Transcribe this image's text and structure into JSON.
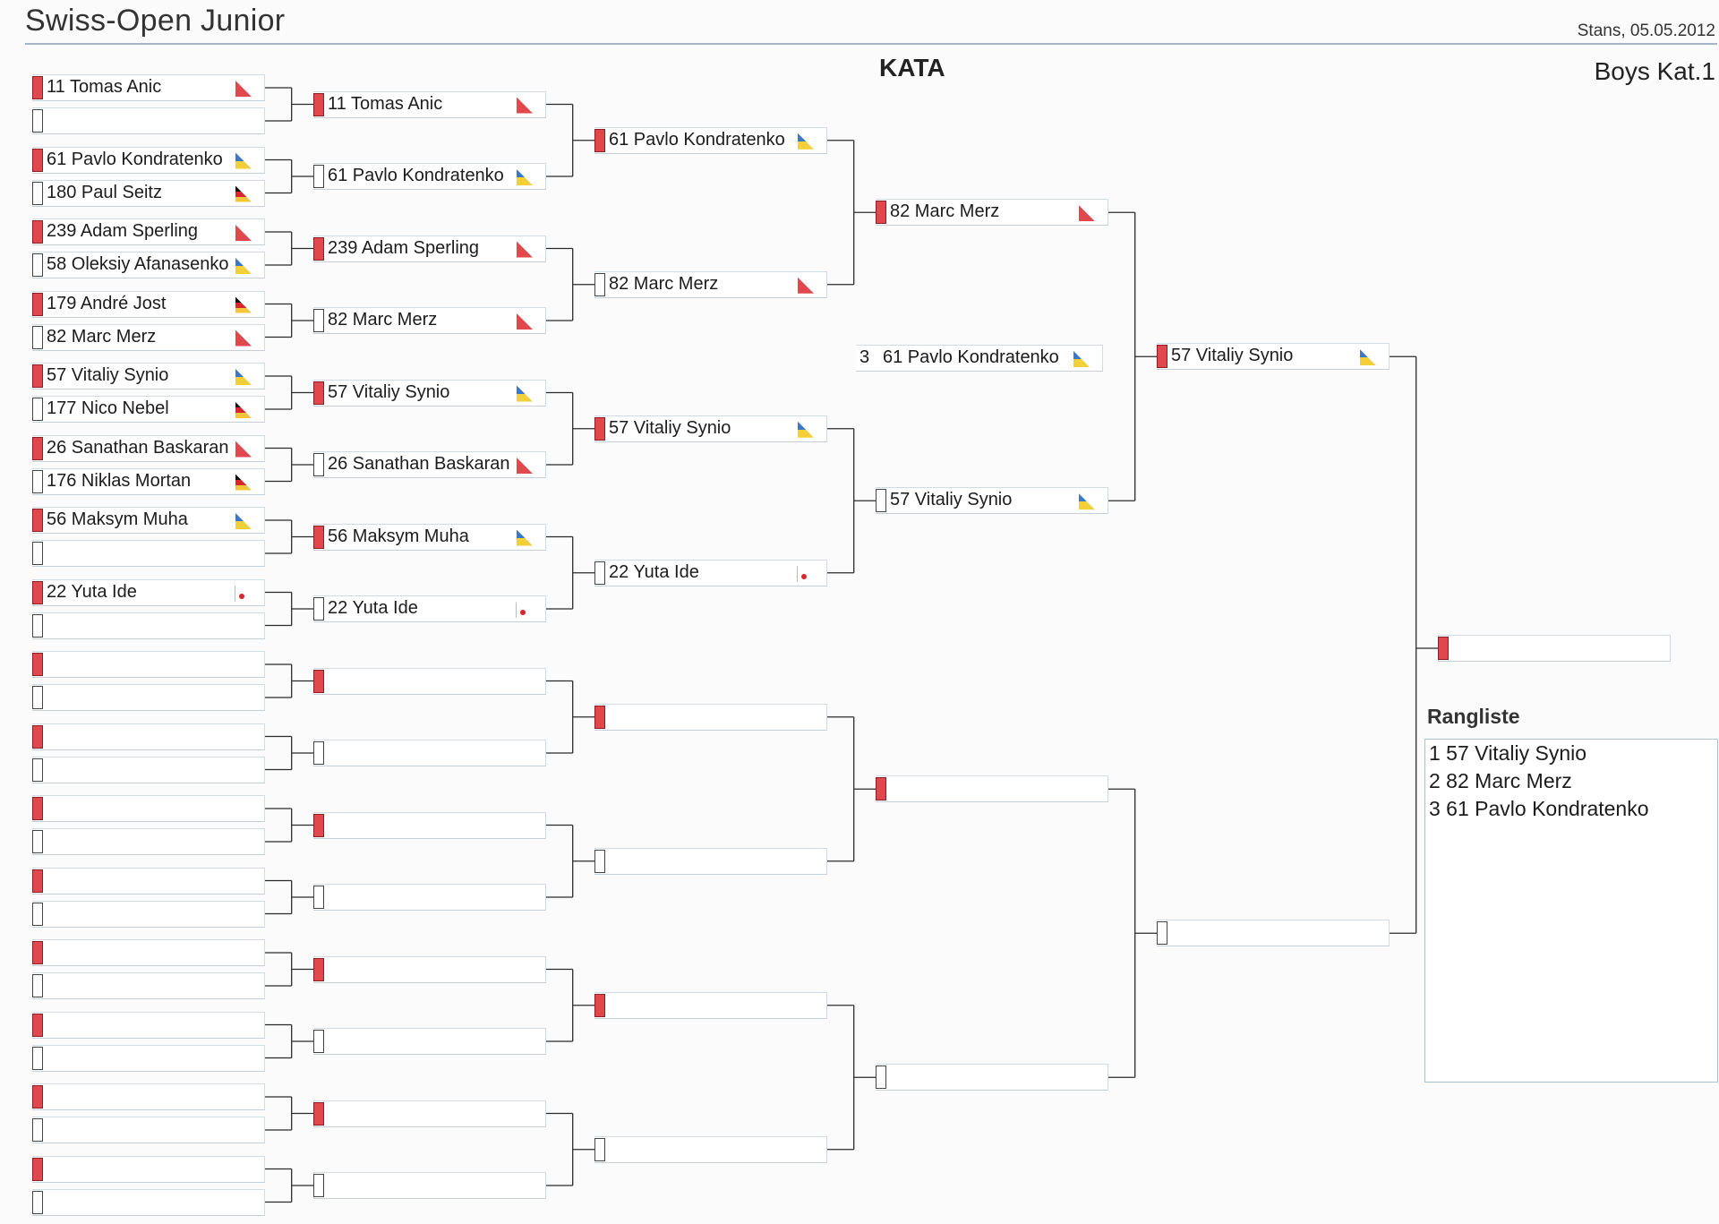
{
  "header": {
    "title": "Swiss-Open Junior",
    "date": "Stans, 05.05.2012",
    "discipline": "KATA",
    "category": "Boys Kat.1"
  },
  "flags": {
    "SUI": {
      "icon": "swiss-flag-icon",
      "colors": [
        "#e0484e",
        "#ffffff"
      ]
    },
    "UKR": {
      "icon": "ukraine-flag-icon",
      "colors": [
        "#3b78c8",
        "#f3d03a"
      ]
    },
    "GER": {
      "icon": "germany-flag-icon",
      "colors": [
        "#111111",
        "#d8262c",
        "#f3c53a"
      ]
    },
    "JPN": {
      "icon": "japan-flag-icon",
      "colors": [
        "#ffffff",
        "#d8262c"
      ]
    }
  },
  "bracket": {
    "round1": [
      {
        "label": "11 Tomas Anic",
        "flag": "SUI",
        "side": "red"
      },
      {
        "label": "",
        "flag": "",
        "side": "white"
      },
      {
        "label": "61 Pavlo Kondratenko",
        "flag": "UKR",
        "side": "red"
      },
      {
        "label": "180 Paul Seitz",
        "flag": "GER",
        "side": "white"
      },
      {
        "label": "239 Adam Sperling",
        "flag": "SUI",
        "side": "red"
      },
      {
        "label": "58 Oleksiy Afanasenko",
        "flag": "UKR",
        "side": "white"
      },
      {
        "label": "179 André Jost",
        "flag": "GER",
        "side": "red"
      },
      {
        "label": "82 Marc Merz",
        "flag": "SUI",
        "side": "white"
      },
      {
        "label": "57 Vitaliy Synio",
        "flag": "UKR",
        "side": "red"
      },
      {
        "label": "177 Nico Nebel",
        "flag": "GER",
        "side": "white"
      },
      {
        "label": "26 Sanathan Baskaran",
        "flag": "SUI",
        "side": "red"
      },
      {
        "label": "176 Niklas Mortan",
        "flag": "GER",
        "side": "white"
      },
      {
        "label": "56 Maksym Muha",
        "flag": "UKR",
        "side": "red"
      },
      {
        "label": "",
        "flag": "",
        "side": "white"
      },
      {
        "label": "22 Yuta Ide",
        "flag": "JPN",
        "side": "red"
      },
      {
        "label": "",
        "flag": "",
        "side": "white"
      },
      {
        "label": "",
        "flag": "",
        "side": "red"
      },
      {
        "label": "",
        "flag": "",
        "side": "white"
      },
      {
        "label": "",
        "flag": "",
        "side": "red"
      },
      {
        "label": "",
        "flag": "",
        "side": "white"
      },
      {
        "label": "",
        "flag": "",
        "side": "red"
      },
      {
        "label": "",
        "flag": "",
        "side": "white"
      },
      {
        "label": "",
        "flag": "",
        "side": "red"
      },
      {
        "label": "",
        "flag": "",
        "side": "white"
      },
      {
        "label": "",
        "flag": "",
        "side": "red"
      },
      {
        "label": "",
        "flag": "",
        "side": "white"
      },
      {
        "label": "",
        "flag": "",
        "side": "red"
      },
      {
        "label": "",
        "flag": "",
        "side": "white"
      },
      {
        "label": "",
        "flag": "",
        "side": "red"
      },
      {
        "label": "",
        "flag": "",
        "side": "white"
      },
      {
        "label": "",
        "flag": "",
        "side": "red"
      },
      {
        "label": "",
        "flag": "",
        "side": "white"
      }
    ],
    "round2": [
      {
        "label": "11 Tomas Anic",
        "flag": "SUI",
        "side": "red"
      },
      {
        "label": "61 Pavlo Kondratenko",
        "flag": "UKR",
        "side": "white"
      },
      {
        "label": "239 Adam Sperling",
        "flag": "SUI",
        "side": "red"
      },
      {
        "label": "82 Marc Merz",
        "flag": "SUI",
        "side": "white"
      },
      {
        "label": "57 Vitaliy Synio",
        "flag": "UKR",
        "side": "red"
      },
      {
        "label": "26 Sanathan Baskaran",
        "flag": "SUI",
        "side": "white"
      },
      {
        "label": "56 Maksym Muha",
        "flag": "UKR",
        "side": "red"
      },
      {
        "label": "22 Yuta Ide",
        "flag": "JPN",
        "side": "white"
      },
      {
        "label": "",
        "flag": "",
        "side": "red"
      },
      {
        "label": "",
        "flag": "",
        "side": "white"
      },
      {
        "label": "",
        "flag": "",
        "side": "red"
      },
      {
        "label": "",
        "flag": "",
        "side": "white"
      },
      {
        "label": "",
        "flag": "",
        "side": "red"
      },
      {
        "label": "",
        "flag": "",
        "side": "white"
      },
      {
        "label": "",
        "flag": "",
        "side": "red"
      },
      {
        "label": "",
        "flag": "",
        "side": "white"
      }
    ],
    "round3": [
      {
        "label": "61 Pavlo Kondratenko",
        "flag": "UKR",
        "side": "red"
      },
      {
        "label": "82 Marc Merz",
        "flag": "SUI",
        "side": "white"
      },
      {
        "label": "57 Vitaliy Synio",
        "flag": "UKR",
        "side": "red"
      },
      {
        "label": "22 Yuta Ide",
        "flag": "JPN",
        "side": "white"
      },
      {
        "label": "",
        "flag": "",
        "side": "red"
      },
      {
        "label": "",
        "flag": "",
        "side": "white"
      },
      {
        "label": "",
        "flag": "",
        "side": "red"
      },
      {
        "label": "",
        "flag": "",
        "side": "white"
      }
    ],
    "round4": [
      {
        "label": "82 Marc Merz",
        "flag": "SUI",
        "side": "red"
      },
      {
        "label": "57 Vitaliy Synio",
        "flag": "UKR",
        "side": "white"
      },
      {
        "label": "",
        "flag": "",
        "side": "red"
      },
      {
        "label": "",
        "flag": "",
        "side": "white"
      }
    ],
    "round5": [
      {
        "label": "57 Vitaliy Synio",
        "flag": "UKR",
        "side": "red"
      },
      {
        "label": "",
        "flag": "",
        "side": "white"
      }
    ],
    "final": [
      {
        "label": "",
        "flag": "",
        "side": "red"
      }
    ]
  },
  "third_place": {
    "rank": "3",
    "label": "61 Pavlo Kondratenko",
    "flag": "UKR"
  },
  "rangliste": {
    "title": "Rangliste",
    "items": [
      "1 57 Vitaliy Synio",
      "2 82 Marc Merz",
      "3 61 Pavlo Kondratenko"
    ]
  }
}
